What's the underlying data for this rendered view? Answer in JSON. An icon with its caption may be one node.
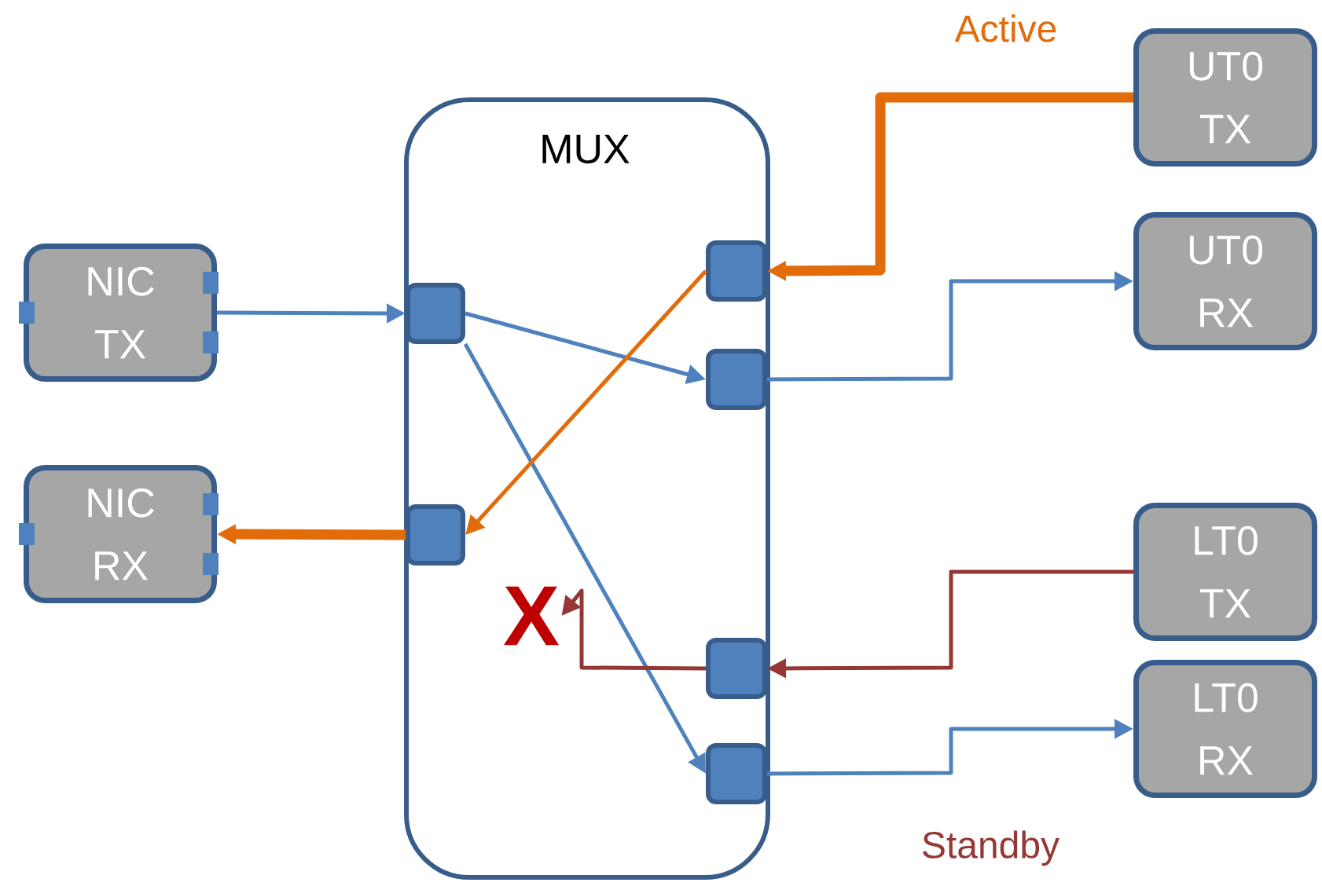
{
  "diagram": {
    "nodes": [
      {
        "text": [
          "MUX"
        ]
      },
      {
        "text": [
          "NIC TX"
        ]
      },
      {
        "text": [
          "NIC RX"
        ]
      },
      {
        "text": [],
        "shape": "box",
        "in": 0
      },
      {
        "text": [],
        "shape": "box",
        "in": 0
      },
      {
        "text": [
          "X"
        ],
        "in": 0
      },
      {
        "text": [],
        "shape": "box",
        "in": 0
      },
      {
        "text": [],
        "shape": "box",
        "in": 0
      },
      {
        "text": [],
        "shape": "box",
        "in": 0
      },
      {
        "text": [],
        "shape": "box",
        "in": 0
      },
      {
        "text": [
          "UT0 TX"
        ]
      },
      {
        "text": [
          "UT0 RX"
        ]
      },
      {
        "text": [
          "LT0 TX"
        ]
      },
      {
        "text": [
          "LT0 RX"
        ]
      }
    ],
    "edges": [
      {
        "from": 1,
        "to": 3,
        "arrow": "to"
      },
      {
        "from": 3,
        "to": 7,
        "arrow": "to"
      },
      {
        "from": 3,
        "to": 9,
        "arrow": "to"
      },
      {
        "from": 10,
        "to": 6,
        "arrow": "to",
        "style": "thick",
        "color": "#e36c0a"
      },
      {
        "from": 6,
        "to": 4,
        "arrow": "to",
        "color": "#e36c0a"
      },
      {
        "from": 4,
        "to": 2,
        "arrow": "to",
        "style": "thick",
        "color": "#e36c0a"
      },
      {
        "from": 7,
        "to": 11,
        "arrow": "to"
      },
      {
        "from": 12,
        "to": 8,
        "arrow": "to",
        "color": "#953735"
      },
      {
        "from": 8,
        "to": 5,
        "arrow": "to",
        "color": "#953735"
      },
      {
        "from": 9,
        "to": 13,
        "arrow": "to"
      }
    ],
    "labels": [
      "Active",
      "Standby"
    ]
  }
}
